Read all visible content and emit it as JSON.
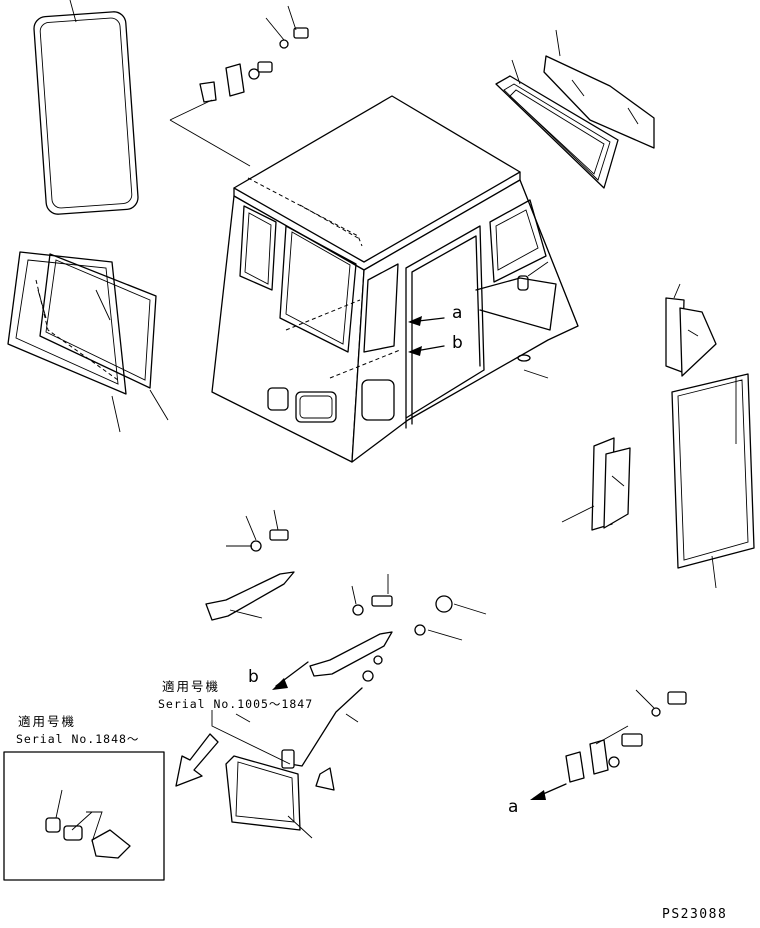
{
  "callouts": {
    "a": "a",
    "b": "b"
  },
  "notes": {
    "applicable_label_1": "適用号機",
    "serial_range_1": "Serial No.1005～1847",
    "applicable_label_2": "適用号機",
    "serial_range_2": "Serial No.1848～"
  },
  "drawing_code": "PS23088",
  "icons": [
    "cab-body",
    "window-frame",
    "glass-pane",
    "bolt",
    "washer",
    "bracket",
    "stay-rod",
    "arrow-right"
  ]
}
